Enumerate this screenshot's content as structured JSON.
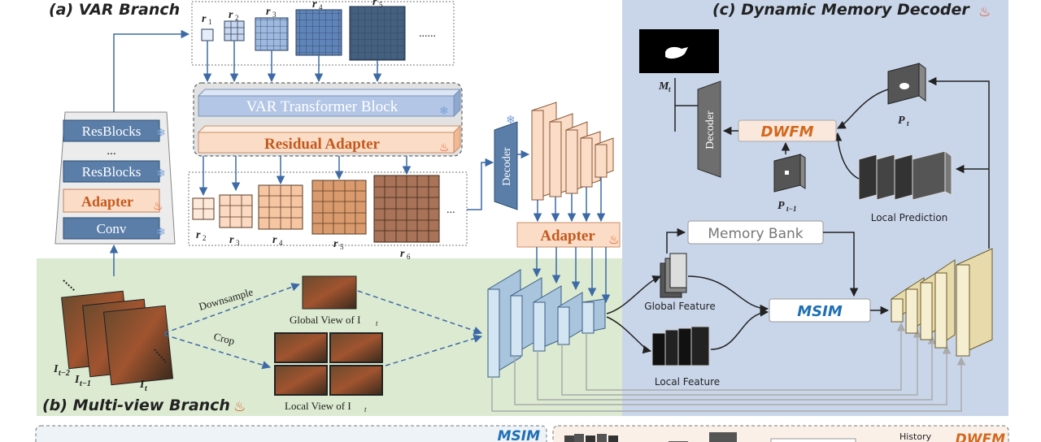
{
  "sections": {
    "var_branch": "(a) VAR Branch",
    "multiview_branch": "(b) Multi-view Branch",
    "memory_decoder": "(c) Dynamic Memory Decoder"
  },
  "encoder_stack": {
    "resblocks_1": "ResBlocks",
    "ellipsis": "...",
    "resblocks_2": "ResBlocks",
    "adapter": "Adapter",
    "conv": "Conv"
  },
  "token_maps_top": [
    "r",
    "r",
    "r",
    "r",
    "r"
  ],
  "token_maps_top_sub": [
    "1",
    "2",
    "3",
    "4",
    "5"
  ],
  "token_maps_top_ellipsis": "......",
  "var_transformer_block": "VAR Transformer Block",
  "residual_adapter": "Residual Adapter",
  "token_maps_bottom": [
    "r",
    "r",
    "r",
    "r",
    "r"
  ],
  "token_maps_bottom_sub": [
    "2",
    "3",
    "4",
    "5",
    "6"
  ],
  "token_maps_bottom_ellipsis": "...",
  "decoder_label": "Decoder",
  "adapter_label": "Adapter",
  "memory_bank": "Memory Bank",
  "msim": "MSIM",
  "dwfm": "DWFM",
  "global_feature": "Global Feature",
  "local_feature": "Local Feature",
  "local_prediction": "Local Prediction",
  "mask_label": "M",
  "mask_sub": "t",
  "p_t_label": "P",
  "p_t_sub": "t",
  "p_t1_label": "P",
  "p_t1_sub": "t−1",
  "frames": {
    "f1": "I",
    "f1_sub": "t−2",
    "f2": "I",
    "f2_sub": "t−1",
    "f3": "I",
    "f3_sub": "t"
  },
  "downsample": "Downsample",
  "crop": "Crop",
  "global_view": "Global View of I",
  "global_view_sub": "t",
  "local_view": "Local View of I",
  "local_view_sub": "t",
  "bottom_msim": "MSIM",
  "bottom_history": "History",
  "bottom_dwfm": "DWFM",
  "colors": {
    "decoder_bg": "#c9d6ea",
    "multiview_bg": "#dbead0",
    "var_blue": "#b3c6e6",
    "adapter_peach": "#fbdcc6",
    "accent_orange": "#d2691e",
    "accent_blue": "#1f6fb5",
    "arrow_blue": "#3d6aa6"
  }
}
